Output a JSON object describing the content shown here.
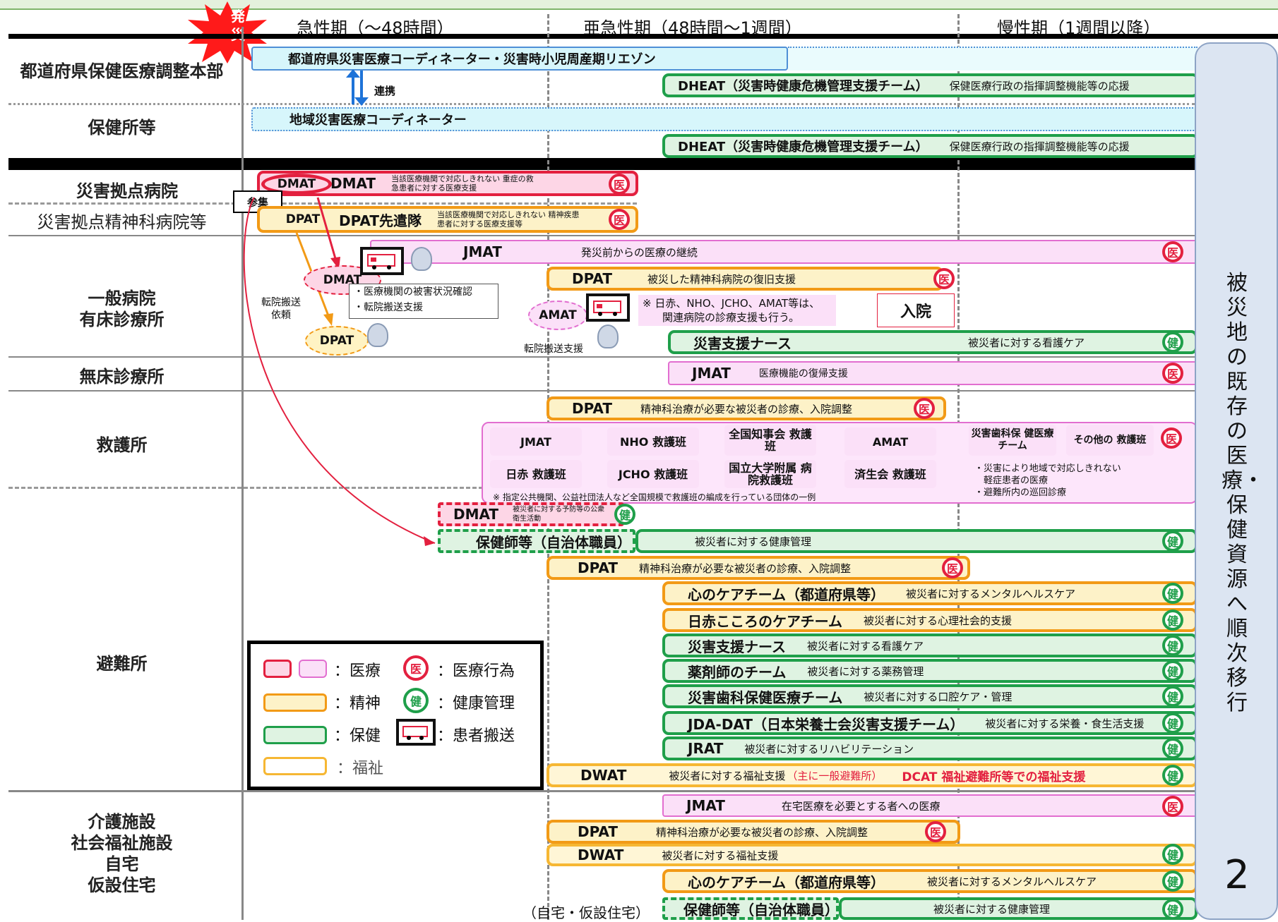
{
  "colors": {
    "medical": "#e3203f",
    "psych": "#f29a16",
    "health": "#1f9f4a",
    "welfare": "#f6b733",
    "cyan": "#d7f6fb",
    "right_panel": "#dce5f2"
  },
  "burst": "発災",
  "phases": [
    "急性期（～48時間）",
    "亜急性期（48時間～1週間）",
    "慢性期（1週間以降）"
  ],
  "rows": {
    "hq": "都道府県保健医療調整本部",
    "hc": "保健所等",
    "disaster_hosp": "災害拠点病院",
    "disaster_psych": "災害拠点精神科病院等",
    "general": [
      "一般病院",
      "有床診療所"
    ],
    "clinic": "無床診療所",
    "aid": "救護所",
    "shelter": "避難所",
    "care": [
      "介護施設",
      "社会福祉施設",
      "自宅",
      "仮設住宅"
    ]
  },
  "hq": {
    "coord": "都道府県災害医療コーディネーター・災害時小児周産期リエゾン",
    "link": "連携",
    "dheat": "DHEAT（災害時健康危機管理支援チーム）",
    "dheat_desc": "保健医療行政の指揮調整機能等の応援"
  },
  "hc": {
    "coord": "地域災害医療コーディネーター",
    "dheat": "DHEAT（災害時健康危機管理支援チーム）",
    "dheat_desc": "保健医療行政の指揮調整機能等の応援"
  },
  "hosp": {
    "dmat_a": "DMAT",
    "dmat_b": "DMAT",
    "dmat_desc": "当該医療機関で対応しきれない 重症の救急患者に対する医療支援",
    "sanshu": "参集",
    "dpat_a": "DPAT",
    "dpat_b": "DPAT先遣隊",
    "dpat_desc": "当該医療機関で対応しきれない 精神疾患患者に対する医療支援等"
  },
  "general": {
    "jmat": "JMAT",
    "jmat_desc": "発災前からの医療の継続",
    "dmat_cloud": "DMAT",
    "callout": [
      "・医療機関の被害状況確認",
      "・転院搬送支援"
    ],
    "transfer_req": [
      "転院搬送",
      "依頼"
    ],
    "dpat_cloud": "DPAT",
    "dpat": "DPAT",
    "dpat_desc": "被災した精神科病院の復旧支援",
    "amat": "AMAT",
    "note": [
      "※ 日赤、NHO、JCHO、AMAT等は、",
      "関連病院の診療支援も行う。"
    ],
    "nyuin": "入院",
    "transfer_support": "転院搬送支援",
    "nurse": "災害支援ナース",
    "nurse_desc": "被災者に対する看護ケア"
  },
  "clinic": {
    "jmat": "JMAT",
    "desc": "医療機能の復帰支援"
  },
  "aid": {
    "dpat": "DPAT",
    "dpat_desc": "精神科治療が必要な被災者の診療、入院調整",
    "teams": [
      "JMAT",
      "NHO 救護班",
      "全国知事会 救護班",
      "AMAT",
      "日赤 救護班",
      "JCHO 救護班",
      "国立大学附属 病院救護班",
      "済生会 救護班"
    ],
    "teams_right": [
      "災害歯科保 健医療チーム",
      "その他の 救護班"
    ],
    "right_desc": [
      "・災害により地域で対応しきれない",
      "　軽症患者の医療",
      "・避難所内の巡回診療"
    ],
    "footnote": "※ 指定公共機関、公益社団法人など全国規模で救護班の編成を行っている団体の一例"
  },
  "shelter": {
    "dmat": "DMAT",
    "dmat_desc": "被災者に対する予防等の公衆衛生活動",
    "phn": "保健師等（自治体職員）",
    "phn_desc": "被災者に対する健康管理",
    "items": [
      {
        "t": "DPAT",
        "d": "精神科治療が必要な被災者の診療、入院調整",
        "k": "psy",
        "b": "医"
      },
      {
        "t": "心のケアチーム（都道府県等）",
        "d": "被災者に対するメンタルヘルスケア",
        "k": "psy",
        "b": "健"
      },
      {
        "t": "日赤こころのケアチーム",
        "d": "被災者に対する心理社会的支援",
        "k": "psy",
        "b": "健"
      },
      {
        "t": "災害支援ナース",
        "d": "被災者に対する看護ケア",
        "k": "hlt",
        "b": "健"
      },
      {
        "t": "薬剤師のチーム",
        "d": "被災者に対する薬務管理",
        "k": "hlt",
        "b": "健"
      },
      {
        "t": "災害歯科保健医療チーム",
        "d": "被災者に対する口腔ケア・管理",
        "k": "hlt",
        "b": "健"
      },
      {
        "t": "JDA-DAT（日本栄養士会災害支援チーム）",
        "d": "被災者に対する栄養・食生活支援",
        "k": "hlt",
        "b": "健"
      },
      {
        "t": "JRAT",
        "d": "被災者に対するリハビリテーション",
        "k": "hlt",
        "b": "健"
      }
    ],
    "dwat": "DWAT",
    "dwat_desc": "被災者に対する福祉支援",
    "dwat_note": "（主に一般避難所）",
    "dcat": "DCAT 福祉避難所等での福祉支援"
  },
  "legend": {
    "medical": "：医療",
    "psych": "：精神",
    "health": "：保健",
    "welfare": "：福祉",
    "act": "：医療行為",
    "health_mgmt": "：健康管理",
    "transport": "：患者搬送",
    "i": "医",
    "k": "健"
  },
  "care": {
    "jmat": "JMAT",
    "jmat_desc": "在宅医療を必要とする者への医療",
    "dpat": "DPAT",
    "dpat_desc": "精神科治療が必要な被災者の診療、入院調整",
    "dwat": "DWAT",
    "dwat_desc": "被災者に対する福祉支援",
    "kokoro": "心のケアチーム（都道府県等）",
    "kokoro_desc": "被災者に対するメンタルヘルスケア",
    "home": "（自宅・仮設住宅）",
    "phn": "保健師等（自治体職員）",
    "phn_desc": "被災者に対する健康管理"
  },
  "badge_i": "医",
  "badge_k": "健",
  "right_panel": "被災地の既存の医療・保健資源へ順次移行",
  "page_number": "2"
}
